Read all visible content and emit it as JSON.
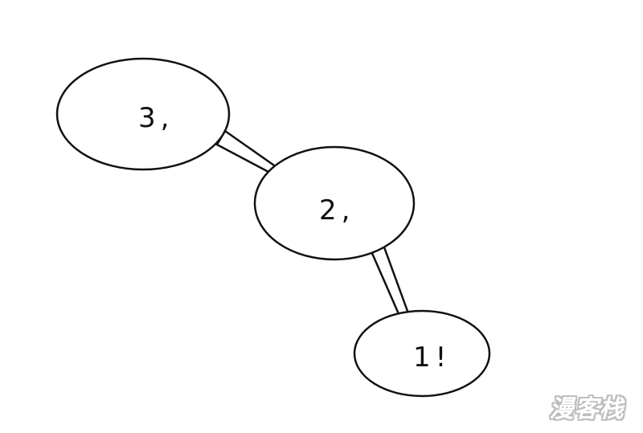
{
  "bubbles": {
    "top": {
      "text": "3,"
    },
    "middle": {
      "text": "2,"
    },
    "bottom": {
      "text": "1!"
    }
  },
  "watermark": {
    "text": "漫客栈"
  },
  "colors": {
    "background": "#ffffff",
    "stroke": "#111111",
    "watermark": "#b8b8b8"
  }
}
